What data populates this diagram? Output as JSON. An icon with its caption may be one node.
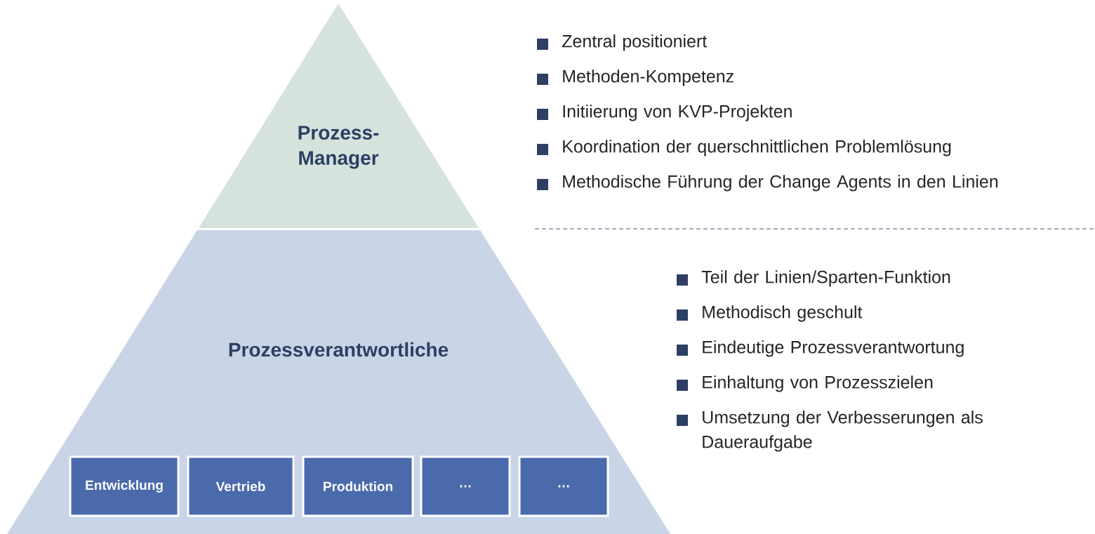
{
  "diagram": {
    "nodes": [
      {
        "text": [
          "Prozess- Manager"
        ]
      },
      {
        "text": [
          "Prozessverantwortliche"
        ]
      },
      {
        "text": [
          "Entwicklung"
        ],
        "in": 1
      },
      {
        "text": [
          "Vertrieb"
        ],
        "in": 1
      },
      {
        "text": [
          "Produktion"
        ],
        "in": 1
      },
      {
        "text": [
          "…"
        ],
        "in": 1
      },
      {
        "text": [
          "…"
        ],
        "in": 1
      }
    ],
    "edges": [],
    "labels": [
      "Zentral positioniert",
      "Methoden-Kompetenz",
      "Initiierung von KVP-Projekten",
      "Koordination der querschnittlichen Problemlösung",
      "Methodische Führung der Change Agents in den Linien",
      "Teil der Linien/Sparten-Funktion",
      "Methodisch geschult",
      "Eindeutige Prozessverantwortung",
      "Einhaltung von Prozesszielen",
      "Umsetzung der Verbesserungen als Daueraufgabe"
    ]
  }
}
